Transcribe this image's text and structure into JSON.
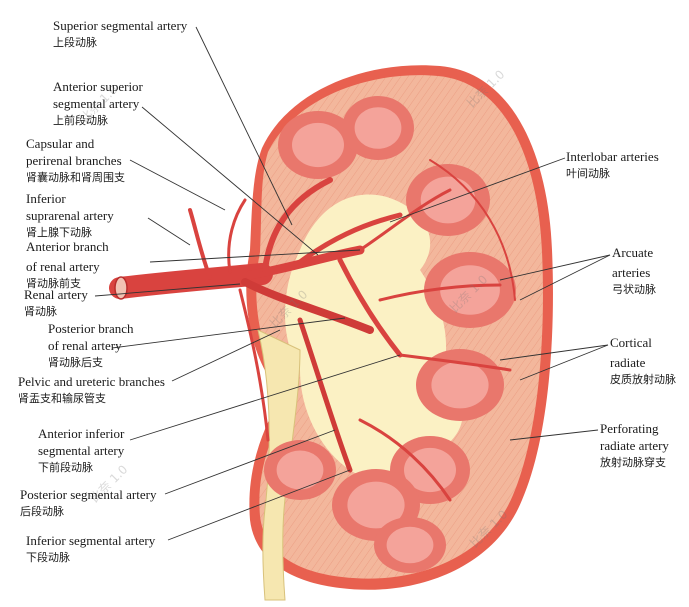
{
  "labels": {
    "superior_segmental": {
      "en": "Superior segmental artery",
      "zh": "上段动脉"
    },
    "anterior_superior": {
      "en1": "Anterior  superior",
      "en2": "segmental artery",
      "zh": "上前段动脉"
    },
    "capsular": {
      "en1": "Capsular and",
      "en2": "perirenal branches",
      "zh": "肾囊动脉和肾周围支"
    },
    "inferior_suprarenal": {
      "en1": "Inferior",
      "en2": "suprarenal artery",
      "zh": "肾上腺下动脉"
    },
    "anterior_branch": {
      "en1": "Anterior branch",
      "en2": "of renal artery",
      "zh": "肾动脉前支"
    },
    "renal_artery": {
      "en": "Renal artery",
      "zh": "肾动脉"
    },
    "posterior_branch": {
      "en1": "Posterior branch",
      "en2": "of renal artery",
      "zh": "肾动脉后支"
    },
    "pelvic_ureteric": {
      "en": "Pelvic and ureteric branches",
      "zh": "肾盂支和输尿管支"
    },
    "anterior_inferior": {
      "en1": "Anterior   inferior",
      "en2": "segmental artery",
      "zh": "下前段动脉"
    },
    "posterior_segmental": {
      "en": "Posterior segmental artery",
      "zh": "后段动脉"
    },
    "inferior_segmental": {
      "en": "Inferior segmental artery",
      "zh": "下段动脉"
    },
    "interlobar": {
      "en": "Interlobar arteries",
      "zh": "叶间动脉"
    },
    "arcuate": {
      "en1": "Arcuate",
      "en2": "arteries",
      "zh": "弓状动脉"
    },
    "cortical": {
      "en1": "Cortical",
      "en2": "radiate",
      "zh": "皮质放射动脉"
    },
    "perforating": {
      "en1": "Perforating",
      "en2": "radiate artery",
      "zh": "放射动脉穿支"
    }
  },
  "watermark": "比奈 1.0",
  "colors": {
    "cortex": "#f3b79c",
    "capsule": "#e8604f",
    "pyramid": "#e9776c",
    "pyramid_light": "#f4a39a",
    "sinus_fat": "#fbf1c4",
    "artery": "#d9433f",
    "artery_dark": "#b82d2c",
    "ureter": "#f6e7b0",
    "leader": "#333333"
  }
}
